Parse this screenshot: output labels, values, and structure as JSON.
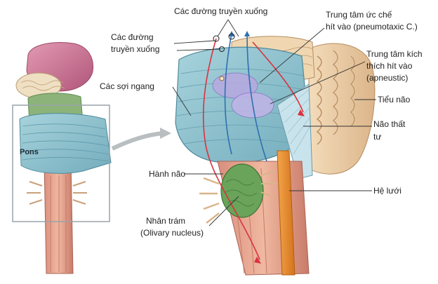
{
  "labels": {
    "descending_top": "Các đường truyền xuống",
    "descending_left_1": "Các đường",
    "descending_left_2": "truyền xuống",
    "transverse_fibers": "Các sợi ngang",
    "pneumotaxic_1": "Trung tâm ức chế",
    "pneumotaxic_2": "hít vào (pneumotaxic C.)",
    "apneustic_1": "Trung tâm kích",
    "apneustic_2": "thích hít vào",
    "apneustic_3": "(apneustic)",
    "cerebellum": "Tiểu não",
    "fourth_ventricle_1": "Não thất",
    "fourth_ventricle_2": "tư",
    "medulla": "Hành não",
    "reticular": "Hệ lưới",
    "olivary_1": "Nhân trám",
    "olivary_2": "(Olivary nucleus)",
    "pons": "Pons"
  },
  "colors": {
    "pons_blue": "#8fc3cf",
    "cerebrum_pink": "#c9708c",
    "cerebellum_tan": "#e9c9a0",
    "olive_green": "#6aa35a",
    "reticular_orange": "#e88a2a",
    "tract_red": "#d8333f",
    "tract_blue": "#2f6fb0",
    "center_lavender": "#b7a9e0",
    "leader_line": "#333333"
  }
}
